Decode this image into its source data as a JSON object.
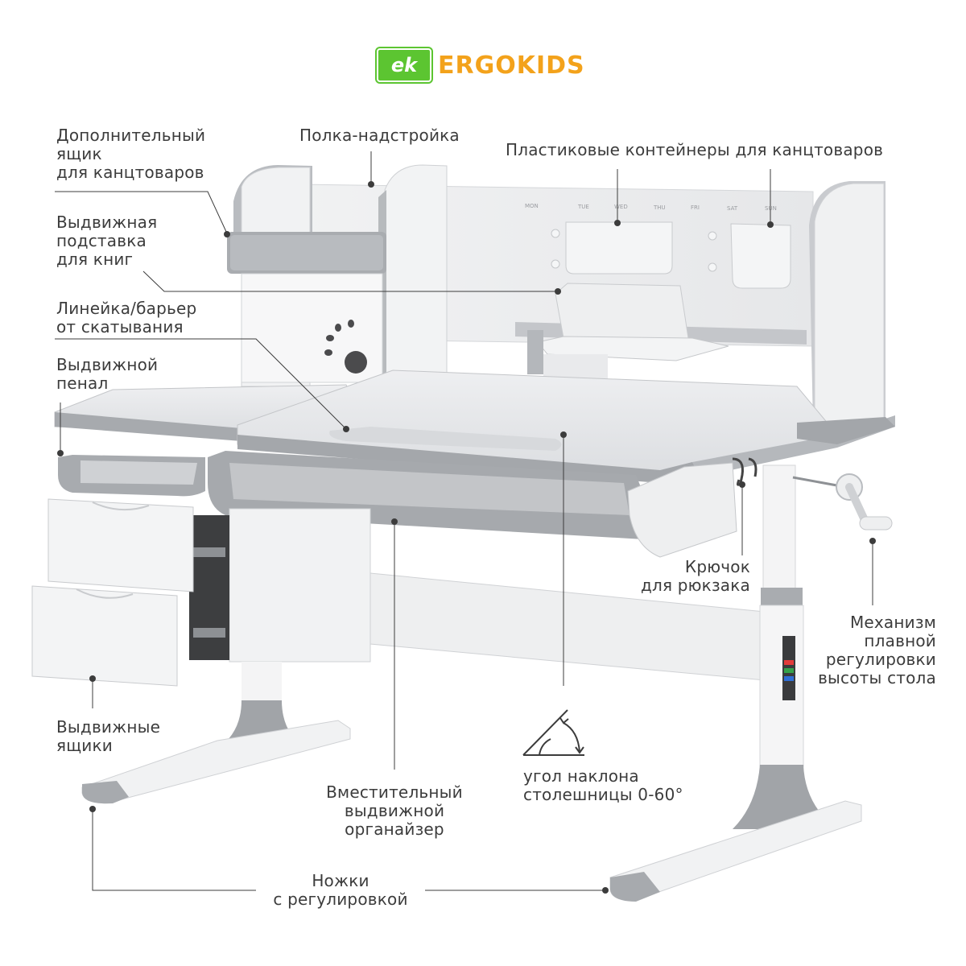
{
  "brand": {
    "mark": "ek",
    "name": "ERGOKIDS",
    "mark_color": "#5cc531",
    "name_color": "#f3a21b"
  },
  "labels": {
    "extra_box": [
      "Дополнительный",
      "ящик",
      "для канцтоваров"
    ],
    "shelf": "Полка-надстройка",
    "containers": "Пластиковые контейнеры для канцтоваров",
    "book_stand": [
      "Выдвижная",
      "подставка",
      "для книг"
    ],
    "ruler": [
      "Линейка/барьер",
      "от скатывания"
    ],
    "pencil_case": [
      "Выдвижной",
      "пенал"
    ],
    "hook": [
      "Крючок",
      "для рюкзака"
    ],
    "mechanism": [
      "Механизм",
      "плавной",
      "регулировки",
      "высоты стола"
    ],
    "drawers": [
      "Выдвижные",
      "ящики"
    ],
    "organizer": [
      "Вместительный",
      "выдвижной",
      "органайзер"
    ],
    "tilt": [
      "угол наклона",
      "столешницы 0-60°"
    ],
    "legs": [
      "Ножки",
      "с регулировкой"
    ]
  },
  "shelf_days": [
    "MON",
    "TUE",
    "WED",
    "THU",
    "FRI",
    "SAT",
    "SUN"
  ]
}
